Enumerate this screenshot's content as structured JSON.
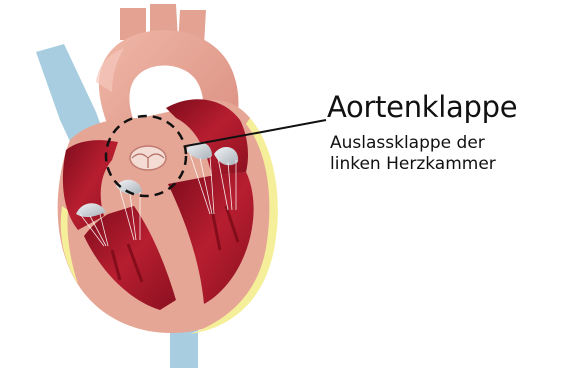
{
  "annotation": {
    "title": "Aortenklappe",
    "subtitle_lines": [
      "Auslassklappe der",
      "linken Herzkammer"
    ]
  },
  "colors": {
    "vessel_blue": "#a8cde0",
    "aorta_pink": "#e8a898",
    "wall_outer": "#e6a696",
    "fat_yellow": "#f5ef9a",
    "chamber_red": "#b01c2c",
    "chamber_dark": "#8e1222",
    "valve_grey": "#cfd4d9",
    "callout_black": "#111111"
  }
}
